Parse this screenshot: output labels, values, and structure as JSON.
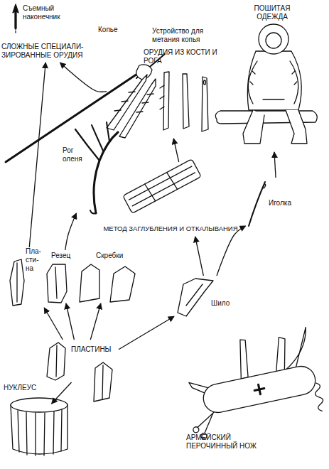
{
  "diagram": {
    "nodes": [
      {
        "text": [
          "СЛОЖНЫЕ СПЕЦИАЛИ- ЗИРОВАННЫЕ ОРУДИЯ"
        ]
      },
      {
        "text": [
          "ОРУДИЯ ИЗ КОСТИ И РОГА"
        ]
      },
      {
        "text": [
          "ПОШИТАЯ ОДЕЖДА"
        ]
      },
      {
        "text": [
          "Рог оленя"
        ]
      },
      {
        "text": [
          "Иголка"
        ]
      },
      {
        "text": [
          "МЕТОД ЗАГЛУБЛЕНИЯ И ОТКАЛЫВАНИЯ"
        ]
      },
      {
        "text": [
          "Пла- сти- на"
        ]
      },
      {
        "text": [
          "Резец"
        ]
      },
      {
        "text": [
          "Скребки"
        ]
      },
      {
        "text": [
          "Шило"
        ]
      },
      {
        "text": [
          "ПЛАСТИНЫ"
        ]
      },
      {
        "text": [
          "НУКЛЕУС"
        ]
      },
      {
        "text": [
          "АРМЕЙСКИЙ ПЕРОЧИННЫЙ НОЖ"
        ]
      }
    ],
    "edges": [
      {
        "from": 11,
        "to": 10,
        "arrow": "to"
      },
      {
        "from": 10,
        "to": 6,
        "arrow": "to"
      },
      {
        "from": 10,
        "to": 7,
        "arrow": "to"
      },
      {
        "from": 10,
        "to": 8,
        "arrow": "to"
      },
      {
        "from": 10,
        "to": 9,
        "arrow": "to"
      },
      {
        "from": 7,
        "to": 3,
        "arrow": "to"
      },
      {
        "from": 9,
        "to": 5,
        "arrow": "to"
      },
      {
        "from": 5,
        "to": 1,
        "arrow": "to"
      },
      {
        "from": 1,
        "to": 0,
        "arrow": "to"
      },
      {
        "from": 6,
        "to": 0,
        "arrow": "to"
      },
      {
        "from": 9,
        "to": 4,
        "arrow": "to"
      },
      {
        "from": 4,
        "to": 2,
        "arrow": "to"
      }
    ],
    "labels": [
      "Съемный наконечник",
      "Копье",
      "Устройство для метания копья"
    ]
  }
}
